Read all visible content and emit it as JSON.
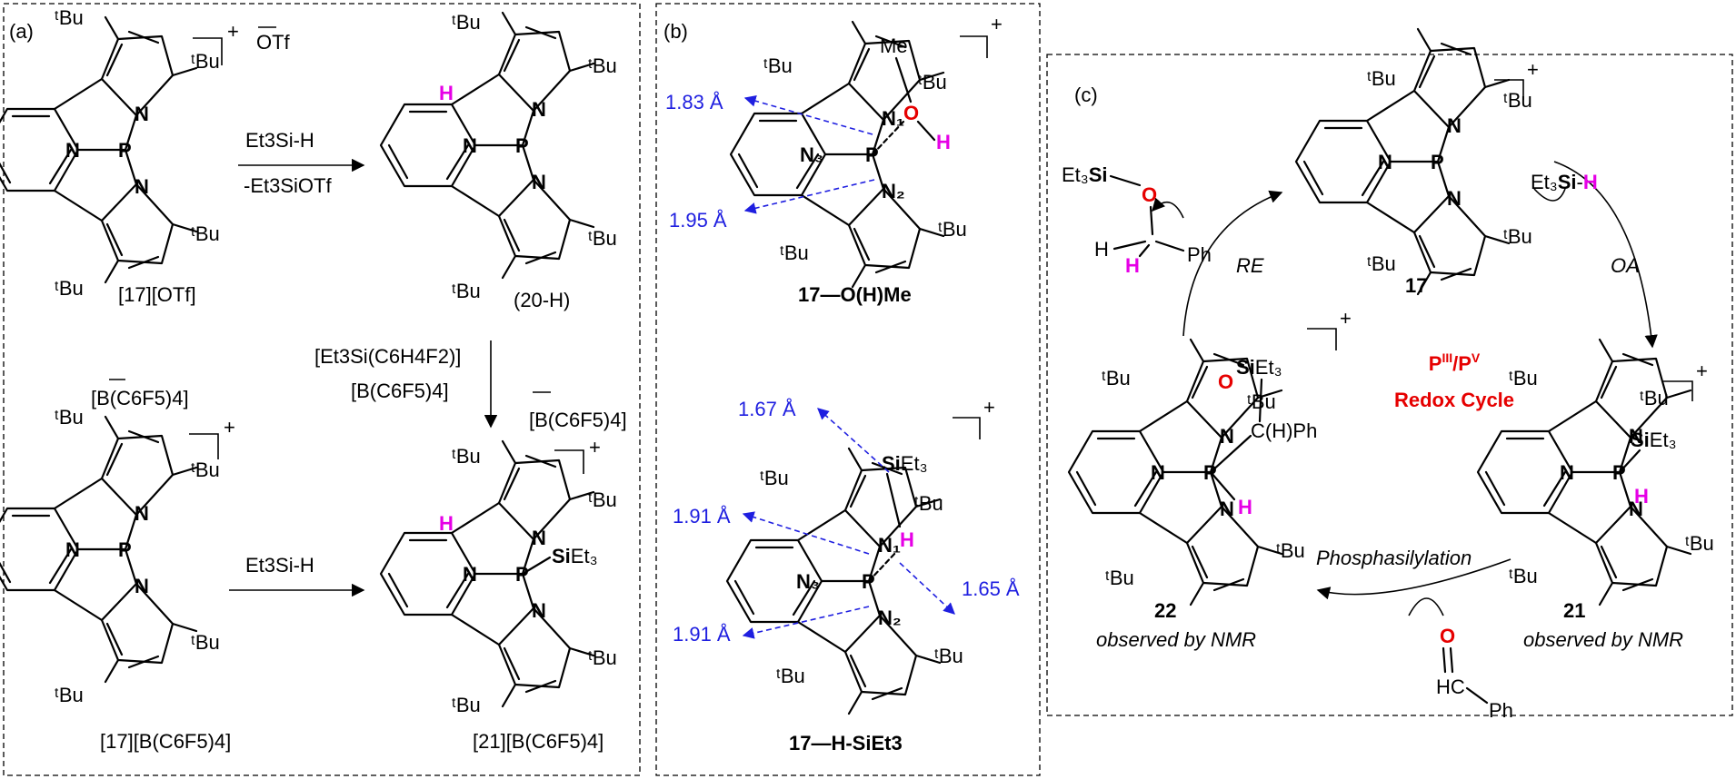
{
  "panel_a": {
    "label": "(a)",
    "top_left": {
      "caption": "[17][OTf]",
      "charge": "+",
      "counterion": "OTf"
    },
    "top_right": {
      "caption": "(20-H)"
    },
    "arrow_top": {
      "reagent": "Et3Si-H",
      "byproduct": "-Et3SiOTf"
    },
    "arrow_down": {
      "line1": "[Et3Si(C6H4F2)]",
      "line2": "[B(C6F5)4]"
    },
    "bottom_left": {
      "caption": "[17][B(C6F5)4]",
      "charge": "+",
      "counterion": "[B(C6F5)4]"
    },
    "bottom_right": {
      "caption": "[21][B(C6F5)4]",
      "charge": "+",
      "counterion": "[B(C6F5)4]"
    },
    "arrow_bottom": {
      "reagent": "Et3Si-H"
    }
  },
  "panel_b": {
    "label": "(b)",
    "top": {
      "caption": "17—O(H)Me",
      "distances": [
        "1.83 Å",
        "1.95 Å"
      ]
    },
    "bottom": {
      "caption": "17—H-SiEt3",
      "distances": [
        "1.67 Å",
        "1.91 Å",
        "1.65 Å",
        "1.91 Å"
      ]
    }
  },
  "panel_c": {
    "label": "(c)",
    "cycle_title_1": "PIII/PV",
    "cycle_title_2": "Redox Cycle",
    "compound_17": "17",
    "compound_21": "21",
    "compound_22": "22",
    "observed_21": "observed by NMR",
    "observed_22": "observed by NMR",
    "step_OA": "OA",
    "step_RE": "RE",
    "step_phos": "Phosphasilylation",
    "reagent_in": "Et3Si-H",
    "product": "Et3Si–O–CH(H)Ph",
    "aldehyde": "PhCHO"
  },
  "colors": {
    "blue": "#1f1fe0",
    "magenta": "#e600e6",
    "red": "#e60000"
  }
}
